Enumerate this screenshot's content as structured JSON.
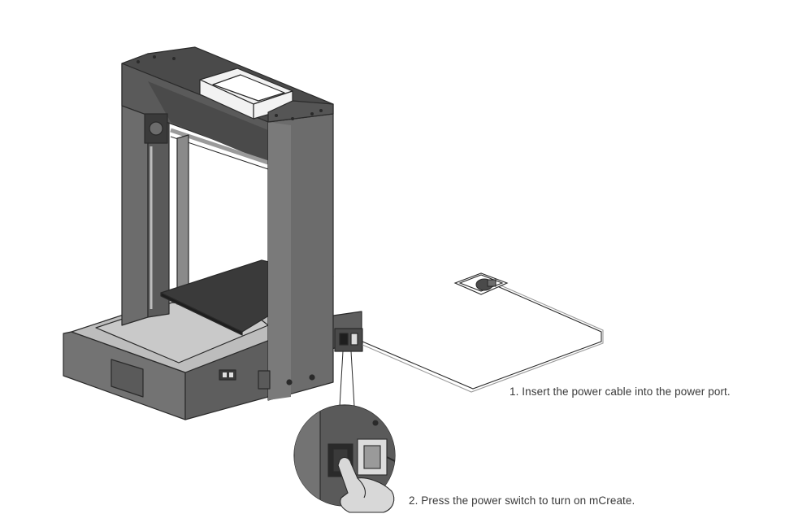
{
  "steps": [
    {
      "number": 1,
      "text": "1. Insert the power cable into the power port."
    },
    {
      "number": 2,
      "text": "2. Press the power switch to turn on mCreate."
    }
  ],
  "colors": {
    "frame": "#6c6c6c",
    "frame_dark": "#4a4a4a",
    "bed_plate": "#3a3a3a",
    "base_top": "#bdbdbd",
    "outline": "#2a2a2a",
    "skin": "#d8d8d8"
  },
  "icons": [
    "3d-printer-illustration",
    "power-plug-icon",
    "power-switch-closeup",
    "hand-pointer-icon"
  ]
}
